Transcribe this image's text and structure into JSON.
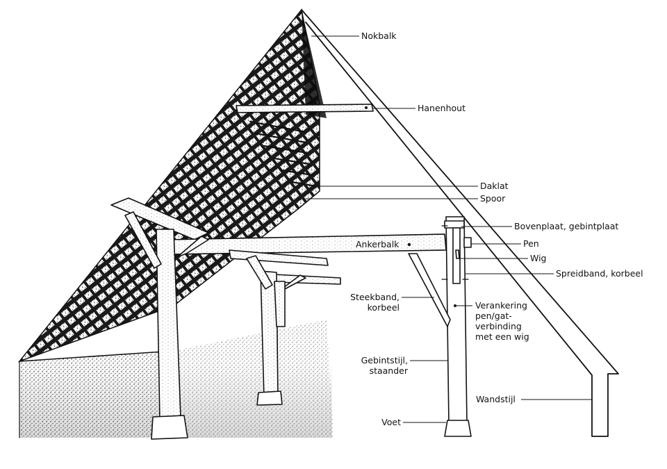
{
  "diagram": {
    "labels": {
      "nokbalk": "Nokbalk",
      "hanenhout": "Hanenhout",
      "daklat": "Daklat",
      "spoor": "Spoor",
      "bovenplaat": "Bovenplaat, gebintplaat",
      "pen": "Pen",
      "wig": "Wig",
      "spreidband": "Spreidband, korbeel",
      "ankerbalk": "Ankerbalk",
      "steekband_1": "Steekband,",
      "steekband_2": "korbeel",
      "verankering_1": "Verankering",
      "verankering_2": "pen/gat-",
      "verankering_3": "verbinding",
      "verankering_4": "met een wig",
      "gebintstijl_1": "Gebintstijl,",
      "gebintstijl_2": "staander",
      "wandstijl": "Wandstijl",
      "voet": "Voet"
    }
  }
}
